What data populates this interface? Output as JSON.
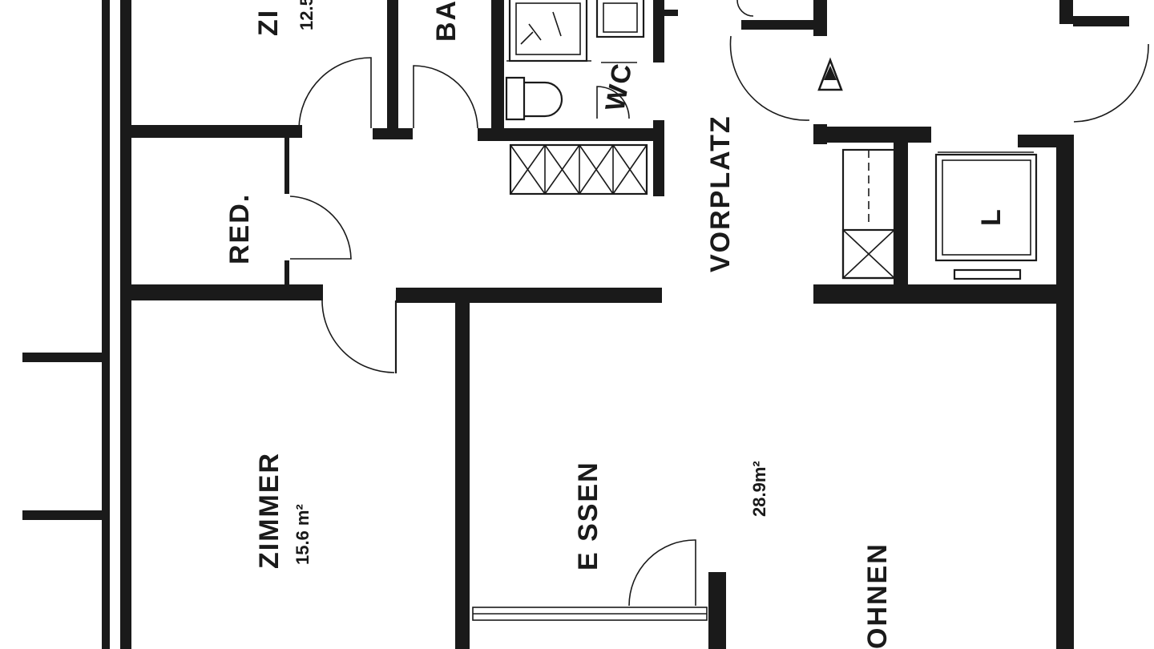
{
  "rooms": {
    "zimmer_top": {
      "label": "ZI",
      "area": "12.5"
    },
    "bad": {
      "label": "BA"
    },
    "wc": {
      "label": "WC"
    },
    "vorplatz": {
      "label": "VORPLATZ"
    },
    "reduit": {
      "label": "RED."
    },
    "lift": {
      "label": "L"
    },
    "zimmer": {
      "label": "ZIMMER",
      "area": "15.6 m²"
    },
    "essen": {
      "label": "E SSEN"
    },
    "wohnen": {
      "label": "OHNEN",
      "area": "28.9m²"
    }
  },
  "colors": {
    "wall": "#1a1a1a",
    "background": "#ffffff"
  }
}
